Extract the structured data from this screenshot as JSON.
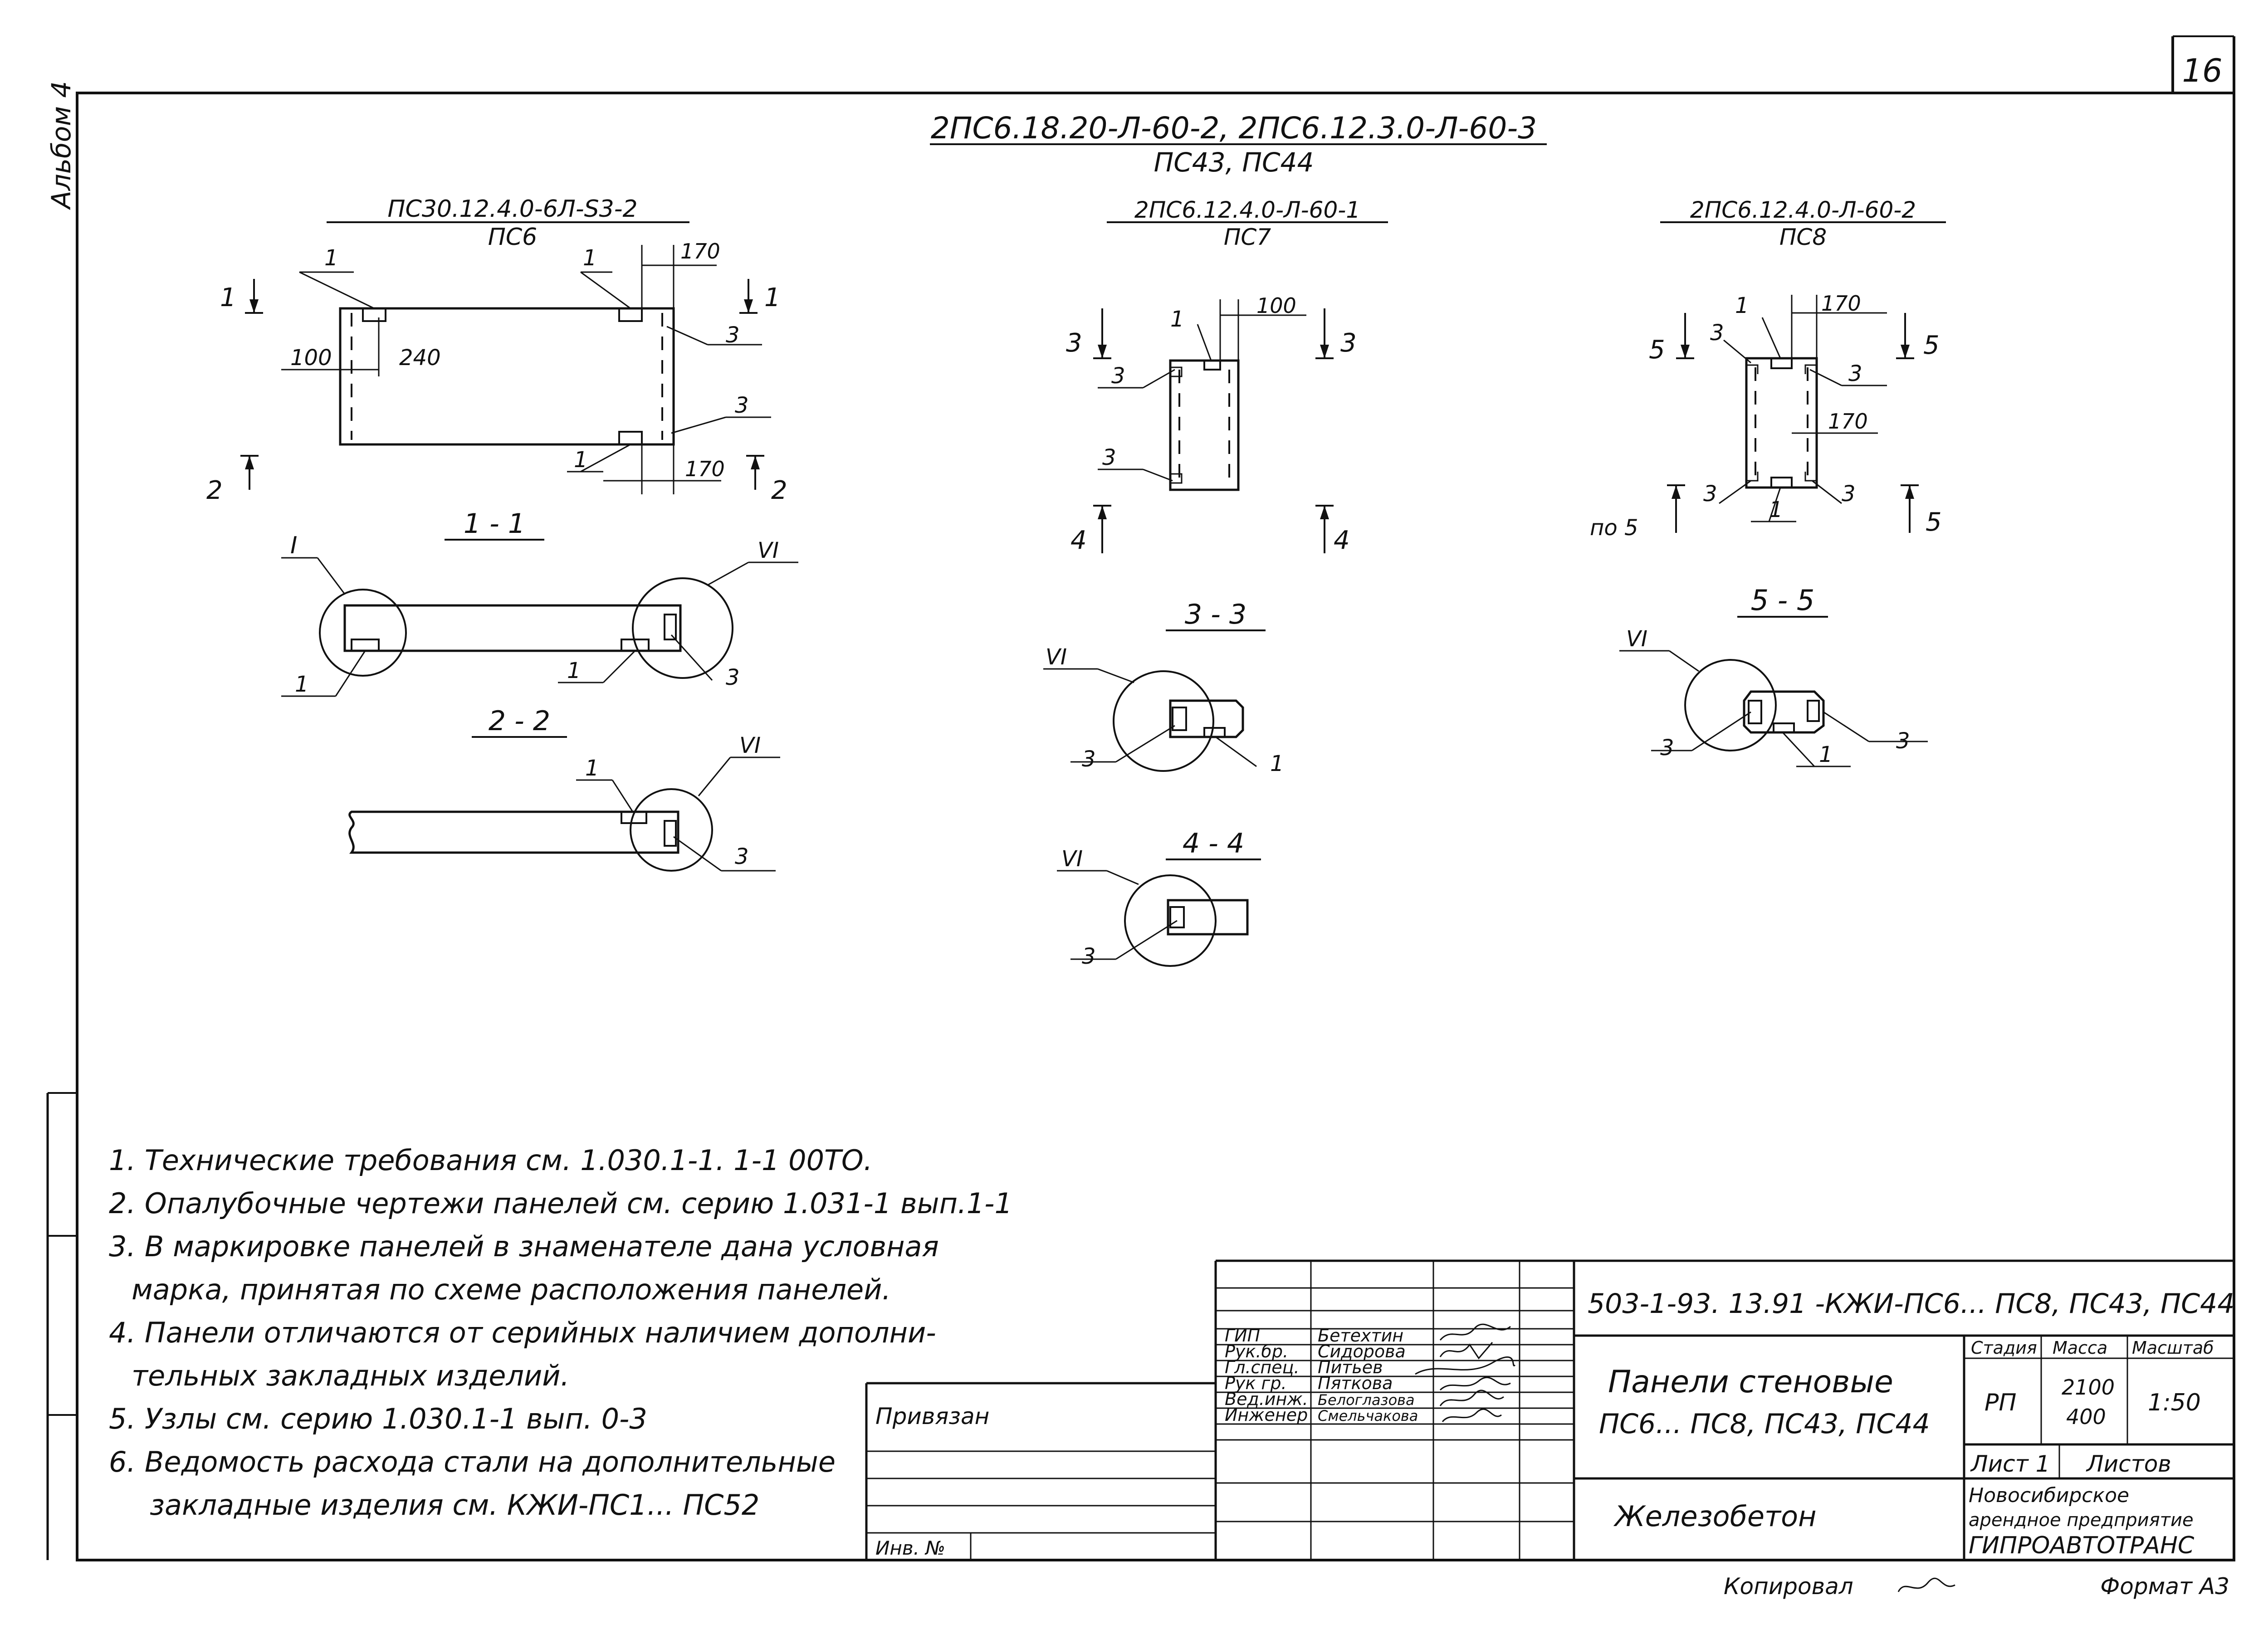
{
  "sheet_number": "16",
  "album_label": "Альбом 4",
  "header": {
    "line1": "2ПС6.18.20-Л-60-2, 2ПС6.12.3.0-Л-60-3",
    "line2": "ПС43,  ПС44"
  },
  "views": {
    "ps6": {
      "mark": "ПС30.12.4.0-6Л-S3-2",
      "name": "ПС6"
    },
    "ps7": {
      "mark": "2ПС6.12.4.0-Л-60-1",
      "name": "ПС7"
    },
    "ps8": {
      "mark": "2ПС6.12.4.0-Л-60-2",
      "name": "ПС8"
    }
  },
  "dims": {
    "d170": "170",
    "d100": "100",
    "d240": "240"
  },
  "callouts": {
    "c1": "1",
    "c2": "2",
    "c3": "3",
    "c4": "4",
    "c5": "5",
    "po5": "по 5",
    "node1": "I",
    "node6": "VI"
  },
  "sections": {
    "s11": "1 - 1",
    "s22": "2 - 2",
    "s33": "3 - 3",
    "s44": "4 - 4",
    "s55": "5 - 5"
  },
  "notes": [
    "1. Технические  требования  см.  1.030.1-1.  1-1 00ТО.",
    "2. Опалубочные  чертежи  панелей  см. серию 1.031-1  вып.1-1",
    "3. В маркировке  панелей  в знаменателе  дана  условная",
    "марка, принятая  по схеме  расположения  панелей.",
    "4. Панели  отличаются  от  серийных  наличием  дополни-",
    "тельных  закладных  изделий.",
    "5. Узлы  см.  серию  1.030.1-1 вып. 0-3",
    "6. Ведомость  расхода  стали на дополнительные",
    "закладные  изделия  см. КЖИ-ПС1... ПС52"
  ],
  "title_block": {
    "privyazan": "Привязан",
    "inv": "Инв. №",
    "roles": [
      "ГИП",
      "Рук.бр.",
      "Гл.спец.",
      "Рук гр.",
      "Вед.инж.",
      "Инженер"
    ],
    "names": [
      "Бетехтин",
      "Сидорова",
      "Питьев",
      "Пяткова",
      "Белоглазова",
      "Смельчакова"
    ],
    "code": "503-1-93. 13.91  -КЖИ-ПС6... ПС8, ПС43, ПС44",
    "title_l1": "Панели  стеновые",
    "title_l2": "ПС6... ПС8, ПС43, ПС44",
    "material": "Железобетон",
    "stage_h": "Стадия",
    "mass_h": "Масса",
    "scale_h": "Масштаб",
    "stage": "РП",
    "mass1": "2100",
    "mass2": "400",
    "scale": "1:50",
    "sheet": "Лист 1",
    "sheets": "Листов",
    "org1": "Новосибирское",
    "org2": "арендное предприятие",
    "org3": "ГИПРОАВТОТРАНС"
  },
  "footer": {
    "copied": "Копировал",
    "format": "Формат А3"
  }
}
